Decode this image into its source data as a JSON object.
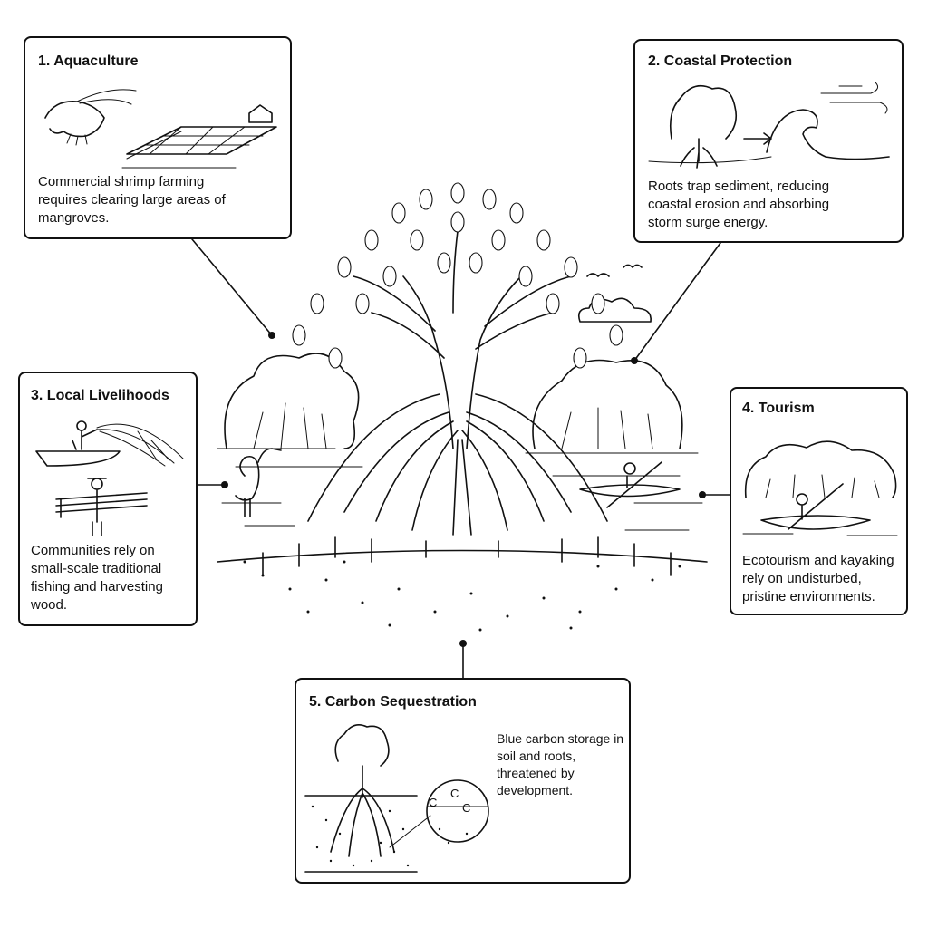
{
  "panels": [
    {
      "number": "1.",
      "title": "Aquaculture",
      "text": "Commercial shrimp farming requires clearing large areas of mangroves."
    },
    {
      "number": "2.",
      "title": "Coastal Protection",
      "text": "Roots trap sediment, reducing coastal erosion and absorbing storm surge energy."
    },
    {
      "number": "3.",
      "title": "Local Livelihoods",
      "text": "Communities rely on small-scale traditional fishing and harvesting wood."
    },
    {
      "number": "4.",
      "title": "Tourism",
      "text": "Ecotourism and kayaking rely on undisturbed, pristine environments."
    },
    {
      "number": "5.",
      "title": "Carbon Sequestration",
      "text": "Blue carbon storage in soil and roots, threatened by development."
    }
  ],
  "carbon_symbol": "C"
}
